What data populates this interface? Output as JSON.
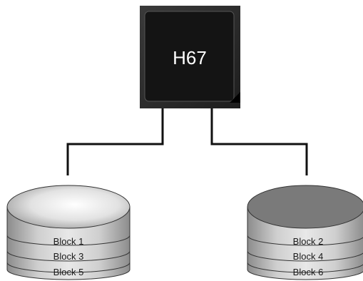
{
  "chip": {
    "label": "H67"
  },
  "left_disk": {
    "blocks": [
      "Block 1",
      "Block 3",
      "Block 5"
    ]
  },
  "right_disk": {
    "blocks": [
      "Block 2",
      "Block 4",
      "Block 6"
    ]
  },
  "colors": {
    "chip_outer": "#2b2b2b",
    "chip_inner": "#151515",
    "wire": "#111111",
    "disk_left_top": "#ffffff",
    "disk_right_top": "#7a7a7a",
    "disk_band": "#bdbdbd",
    "outline": "#333333"
  }
}
